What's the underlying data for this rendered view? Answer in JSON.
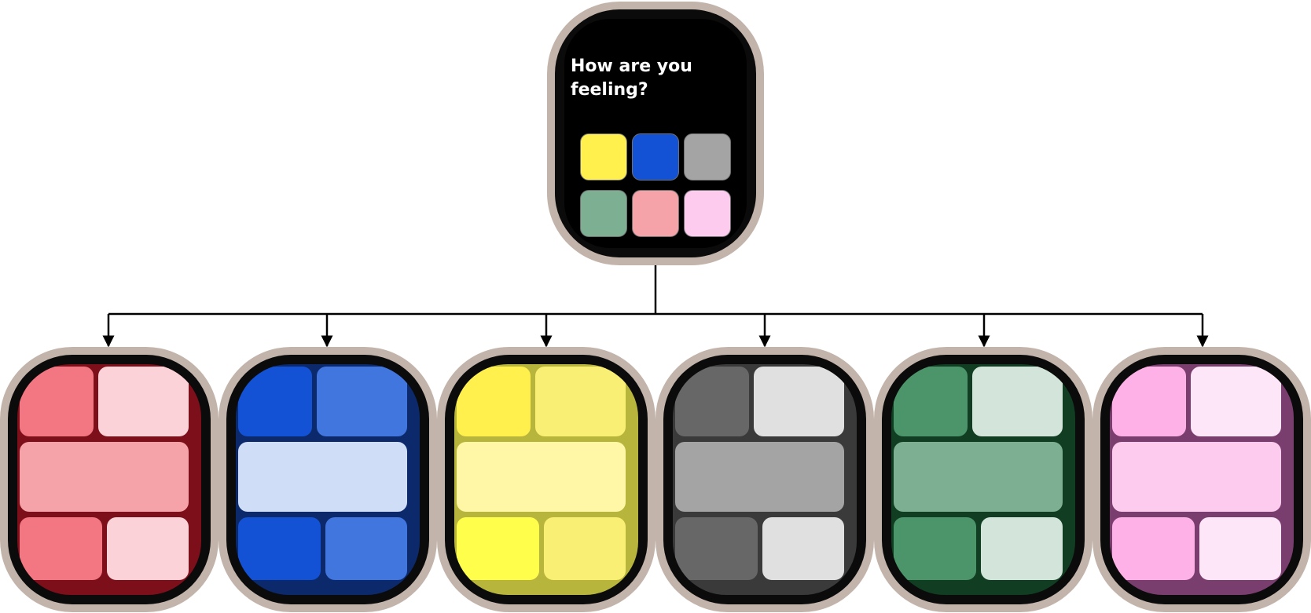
{
  "prompt": {
    "question": "How are you feeling?"
  },
  "mood_options": [
    {
      "id": "yellow",
      "color": "#fff04d"
    },
    {
      "id": "blue",
      "color": "#1352d4"
    },
    {
      "id": "gray",
      "color": "#a4a4a4"
    },
    {
      "id": "green",
      "color": "#7daf92"
    },
    {
      "id": "pink",
      "color": "#f5a3a8"
    },
    {
      "id": "lavender",
      "color": "#fdcbee"
    }
  ],
  "mood_screens": [
    {
      "id": "red",
      "background": "#7c0f1a",
      "tiles": [
        "#f27782",
        "#fbd2d8",
        "#f5a3a8",
        "#f27782",
        "#fbd2d8"
      ]
    },
    {
      "id": "blue",
      "background": "#0c2a6b",
      "tiles": [
        "#1352d4",
        "#4076dd",
        "#cfddf6",
        "#1352d4",
        "#4076dd"
      ]
    },
    {
      "id": "yellow",
      "background": "#b8b53c",
      "tiles": [
        "#fff04d",
        "#f9ef74",
        "#fff7a5",
        "#ffff4b",
        "#f9ef74"
      ]
    },
    {
      "id": "gray",
      "background": "#3a3a3a",
      "tiles": [
        "#676767",
        "#e0e0e0",
        "#a4a4a4",
        "#676767",
        "#e0e0e0"
      ]
    },
    {
      "id": "green",
      "background": "#113d22",
      "tiles": [
        "#4c956a",
        "#d3e5da",
        "#7daf92",
        "#4c956a",
        "#d3e5da"
      ]
    },
    {
      "id": "pink",
      "background": "#7a3e6e",
      "tiles": [
        "#fdb1e6",
        "#fde6f7",
        "#fdcbee",
        "#fdb1e6",
        "#fde6f7"
      ]
    }
  ]
}
